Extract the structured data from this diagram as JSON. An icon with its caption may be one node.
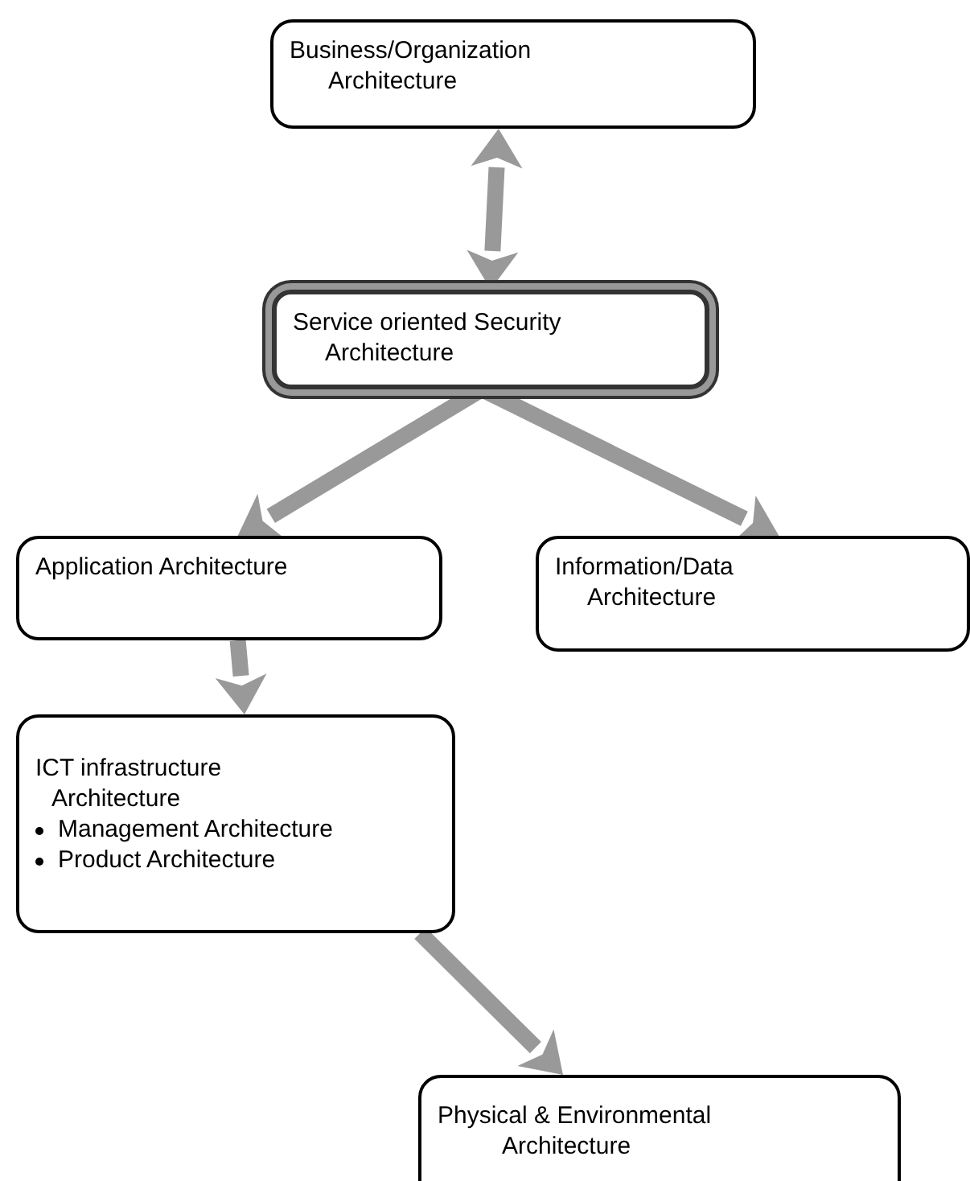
{
  "diagram": {
    "nodes": [
      {
        "text": [
          "Business/Organization Architecture"
        ]
      },
      {
        "text": [
          "Service oriented Security Architecture"
        ]
      },
      {
        "text": [
          "Application Architecture"
        ]
      },
      {
        "text": [
          "Information/Data Architecture"
        ]
      },
      {
        "text": [
          "ICT infrastructure Architecture",
          "Management Architecture",
          "Product Architecture"
        ]
      },
      {
        "text": [
          "Physical & Environmental Architecture"
        ]
      }
    ],
    "edges": [
      {
        "from": 0,
        "to": 1,
        "arrow": "both"
      },
      {
        "from": 1,
        "to": 2,
        "arrow": "to"
      },
      {
        "from": 1,
        "to": 3,
        "arrow": "to"
      },
      {
        "from": 2,
        "to": 4,
        "arrow": "to"
      },
      {
        "from": 4,
        "to": 5,
        "arrow": "to"
      }
    ]
  }
}
